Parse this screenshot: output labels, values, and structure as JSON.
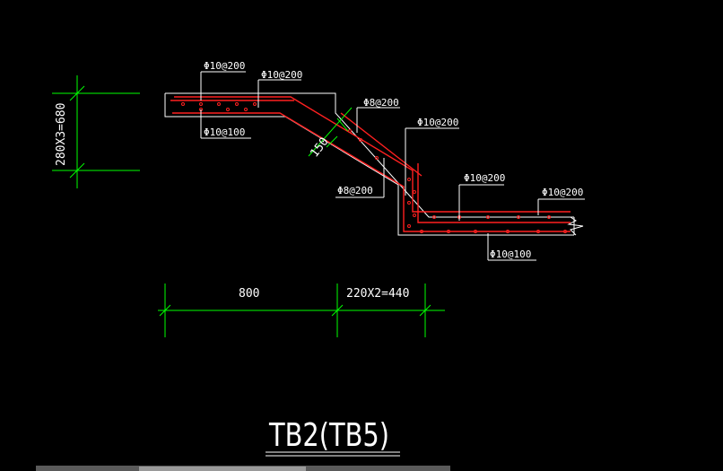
{
  "drawing": {
    "title": "TB2(TB5)",
    "rebar_labels": {
      "top_left_a": "Φ10@200",
      "top_left_b": "Φ10@200",
      "bottom_left": "Φ10@100",
      "slope_top": "Φ8@200",
      "slope_right": "Φ10@200",
      "slope_bottom": "Φ8@200",
      "landing_a": "Φ10@200",
      "landing_b": "Φ10@200",
      "landing_bottom": "Φ10@100"
    },
    "dimensions": {
      "vertical_height": "280X3=680",
      "horizontal_left": "800",
      "horizontal_right": "220X2=440",
      "slab_thickness": "150"
    }
  },
  "colors": {
    "background": "#000000",
    "outline": "#ffffff",
    "rebar": "#ff2020",
    "dimension": "#00ff00",
    "leader": "#ffffff"
  }
}
